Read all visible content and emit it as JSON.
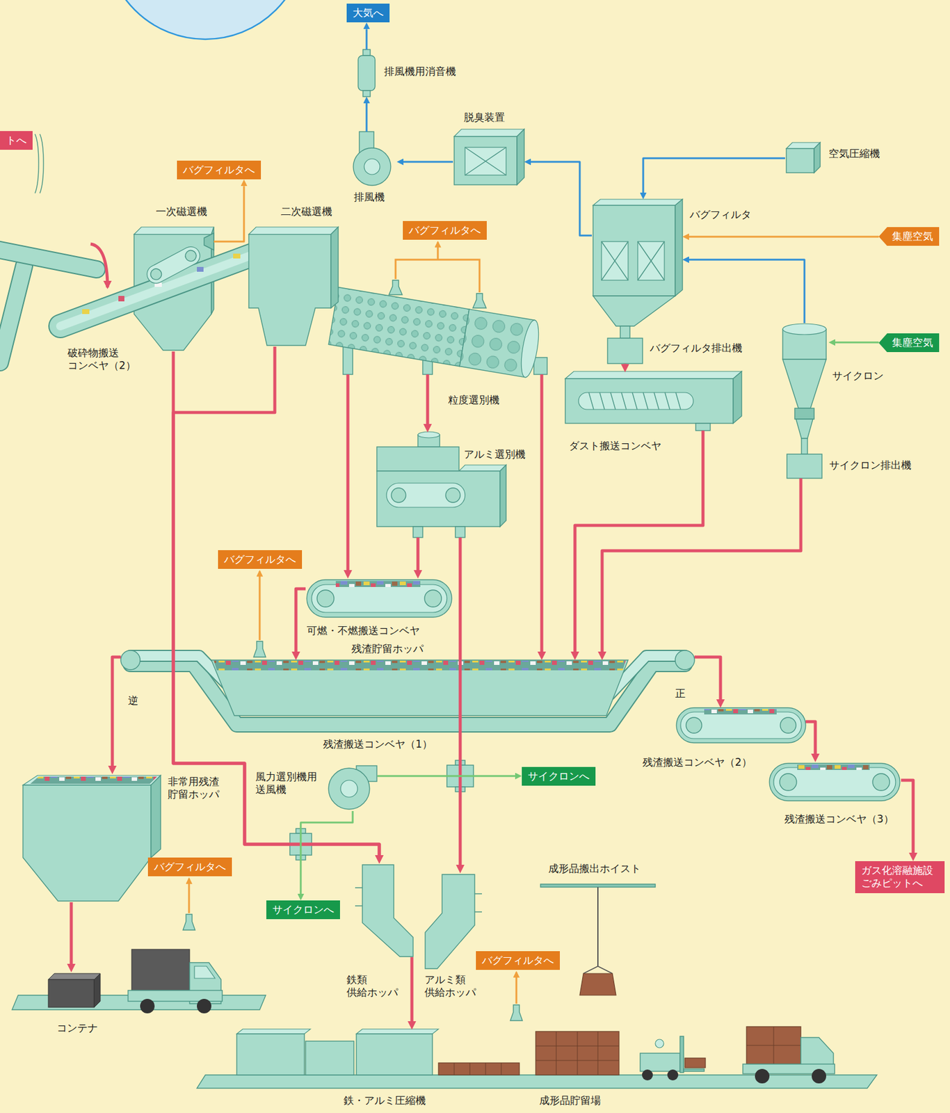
{
  "diagram": {
    "nodes": [
      {
        "text": [
          "大気へ"
        ]
      },
      {
        "text": [
          "排風機用消音機"
        ]
      },
      {
        "text": [
          "脱臭装置"
        ]
      },
      {
        "text": [
          "排風機"
        ]
      },
      {
        "text": [
          "空気圧縮機"
        ]
      },
      {
        "text": [
          "バグフィルタへ"
        ]
      },
      {
        "text": [
          "一次磁選機"
        ]
      },
      {
        "text": [
          "二次磁選機"
        ]
      },
      {
        "text": [
          "バグフィルタへ"
        ]
      },
      {
        "text": [
          "バグフィルタ"
        ]
      },
      {
        "text": [
          "集塵空気"
        ]
      },
      {
        "text": [
          "破砕物搬送 コンベヤ（2）"
        ]
      },
      {
        "text": [
          "粒度選別機"
        ]
      },
      {
        "text": [
          "バグフィルタ排出機"
        ]
      },
      {
        "text": [
          "集塵空気"
        ]
      },
      {
        "text": [
          "サイクロン"
        ]
      },
      {
        "text": [
          "ダスト搬送コンベヤ"
        ]
      },
      {
        "text": [
          "アルミ選別機"
        ]
      },
      {
        "text": [
          "サイクロン排出機"
        ]
      },
      {
        "text": [
          "バグフィルタへ"
        ]
      },
      {
        "text": [
          "可燃・不燃搬送コンベヤ"
        ]
      },
      {
        "text": [
          "残渣貯留ホッパ"
        ]
      },
      {
        "text": [
          "残渣搬送コンベヤ（1）"
        ]
      },
      {
        "text": [
          "残渣搬送コンベヤ（2）"
        ]
      },
      {
        "text": [
          "風力選別機用 送風機"
        ]
      },
      {
        "text": [
          "サイクロンへ"
        ]
      },
      {
        "text": [
          "非常用残渣 貯留ホッパ"
        ]
      },
      {
        "text": [
          "残渣搬送コンベヤ（3）"
        ]
      },
      {
        "text": [
          "バグフィルタへ"
        ]
      },
      {
        "text": [
          "サイクロンへ"
        ]
      },
      {
        "text": [
          "ガス化溶融施設 ごみピットへ"
        ]
      },
      {
        "text": [
          "成形品搬出ホイスト"
        ]
      },
      {
        "text": [
          "鉄類 供給ホッパ"
        ]
      },
      {
        "text": [
          "アルミ類 供給ホッパ"
        ]
      },
      {
        "text": [
          "バグフィルタへ"
        ]
      },
      {
        "text": [
          "コンテナ"
        ]
      },
      {
        "text": [
          "鉄・アルミ圧縮機"
        ]
      },
      {
        "text": [
          "成形品貯留場"
        ]
      },
      {
        "text": [
          "トへ"
        ]
      }
    ],
    "edges": [
      {
        "from": 1,
        "to": 0,
        "arrow": "to"
      },
      {
        "from": 3,
        "to": 1,
        "arrow": "to"
      },
      {
        "from": 2,
        "to": 3,
        "arrow": "to"
      },
      {
        "from": 9,
        "to": 2,
        "arrow": "to"
      },
      {
        "from": 4,
        "to": 9,
        "arrow": "to"
      },
      {
        "from": 15,
        "to": 9,
        "arrow": "to"
      },
      {
        "from": 10,
        "to": 9,
        "arrow": "to"
      },
      {
        "from": 14,
        "to": 15,
        "arrow": "to"
      },
      {
        "from": 6,
        "to": 5,
        "arrow": "to"
      },
      {
        "from": 6,
        "to": 32,
        "arrow": "to"
      },
      {
        "from": 7,
        "to": 32,
        "arrow": "to"
      },
      {
        "from": 12,
        "to": 20,
        "arrow": "to"
      },
      {
        "from": 12,
        "to": 17,
        "arrow": "to"
      },
      {
        "from": 12,
        "to": 21,
        "arrow": "to"
      },
      {
        "from": 17,
        "to": 20,
        "arrow": "to"
      },
      {
        "from": 17,
        "to": 33,
        "arrow": "to"
      },
      {
        "from": 20,
        "to": 21,
        "arrow": "to"
      },
      {
        "from": 13,
        "to": 16,
        "arrow": "to"
      },
      {
        "from": 16,
        "to": 21,
        "arrow": "to"
      },
      {
        "from": 18,
        "to": 21,
        "arrow": "to"
      },
      {
        "from": 22,
        "to": 26,
        "arrow": "to"
      },
      {
        "from": 22,
        "to": 23,
        "arrow": "to"
      },
      {
        "from": 23,
        "to": 27,
        "arrow": "to"
      },
      {
        "from": 27,
        "to": 30,
        "arrow": "to"
      },
      {
        "from": 26,
        "to": 35,
        "arrow": "to"
      },
      {
        "from": 32,
        "to": 36,
        "arrow": "to"
      },
      {
        "from": 24,
        "to": 25,
        "arrow": "to"
      },
      {
        "from": 24,
        "to": 29,
        "arrow": "to"
      }
    ],
    "labels": [
      "逆",
      "正"
    ]
  }
}
